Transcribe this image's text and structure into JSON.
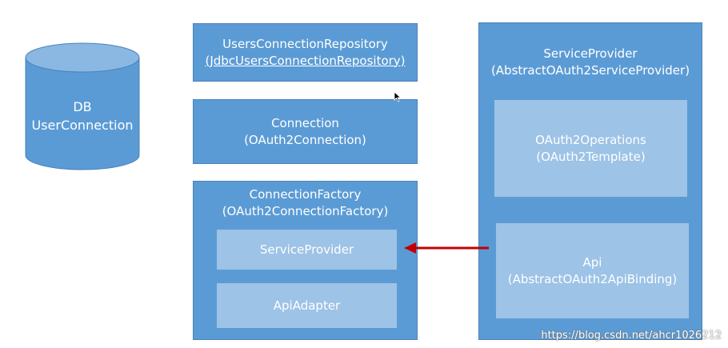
{
  "db": {
    "line1": "DB",
    "line2": "UserConnection"
  },
  "users_repo": {
    "line1": "UsersConnectionRepository",
    "line2": "(JdbcUsersConnectionRepository)"
  },
  "connection": {
    "line1": "Connection",
    "line2": "(OAuth2Connection)"
  },
  "connection_factory": {
    "line1": "ConnectionFactory",
    "line2": "(OAuth2ConnectionFactory)",
    "service_provider": "ServiceProvider",
    "api_adapter": "ApiAdapter"
  },
  "service_provider": {
    "line1": "ServiceProvider",
    "line2": "(AbstractOAuth2ServiceProvider)",
    "operations": {
      "line1": "OAuth2Operations",
      "line2": "(OAuth2Template)"
    },
    "api": {
      "line1": "Api",
      "line2": "(AbstractOAuth2ApiBinding)"
    }
  },
  "watermark": "https://blog.csdn.net/ahcr1026212",
  "colors": {
    "box": "#5b9bd5",
    "inner": "#9dc3e6",
    "arrow": "#c00000"
  }
}
